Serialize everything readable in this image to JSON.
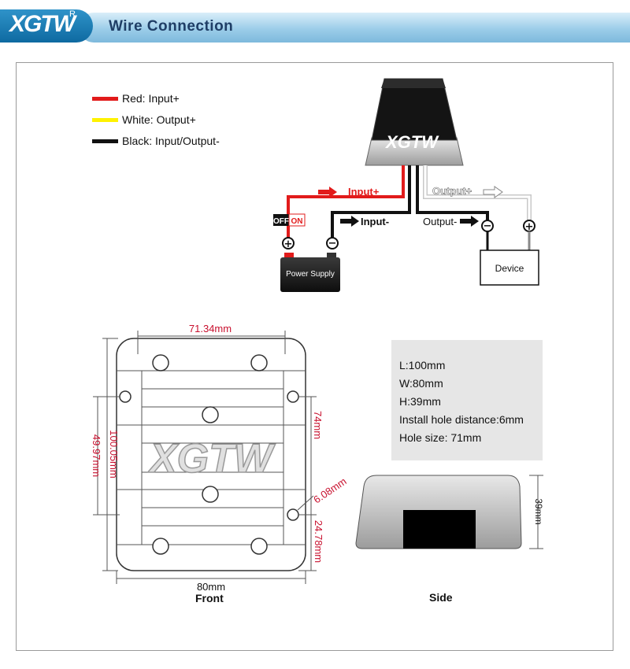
{
  "header": {
    "logo_text": "XGTW",
    "logo_registered": "R",
    "title": "Wire Connection"
  },
  "legend": [
    {
      "color": "#e21b1b",
      "label": "Red: Input+"
    },
    {
      "color": "#fff200",
      "label": "White: Output+"
    },
    {
      "color": "#111111",
      "label": "Black: Input/Output-"
    }
  ],
  "wiring": {
    "module_logo": "XGTW",
    "input_plus": "Input+",
    "output_plus": "Output+",
    "input_minus": "Input-",
    "output_minus": "Output-",
    "switch_off": "OFF",
    "switch_on": "ON",
    "power_supply": "Power Supply",
    "device": "Device",
    "plus_symbol": "+",
    "minus_symbol": "−"
  },
  "drawing": {
    "top_width": "71.34mm",
    "height_total": "100.05mm",
    "height_inner": "49.97mm",
    "hole_span": "74mm",
    "hole_size": "6.08mm",
    "hole_offset": "24.78mm",
    "bottom_width": "80mm",
    "side_height": "39mm",
    "logo": "XGTW"
  },
  "dimensions": {
    "lines": [
      "L:100mm",
      "W:80mm",
      "H:39mm",
      "Install hole distance:6mm",
      "Hole size: 71mm"
    ]
  },
  "views": {
    "front": "Front",
    "side": "Side"
  }
}
